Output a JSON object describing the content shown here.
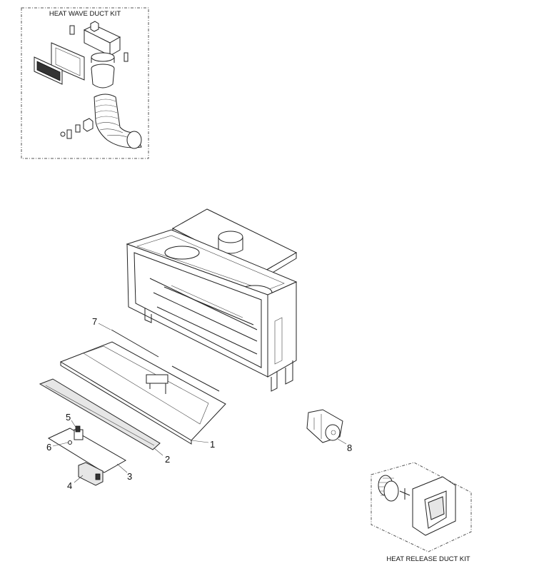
{
  "kits": {
    "heat_wave": "HEAT WAVE DUCT KIT",
    "heat_release": "HEAT RELEASE DUCT KIT"
  },
  "callouts": [
    "1",
    "2",
    "3",
    "4",
    "5",
    "6",
    "7",
    "8"
  ]
}
